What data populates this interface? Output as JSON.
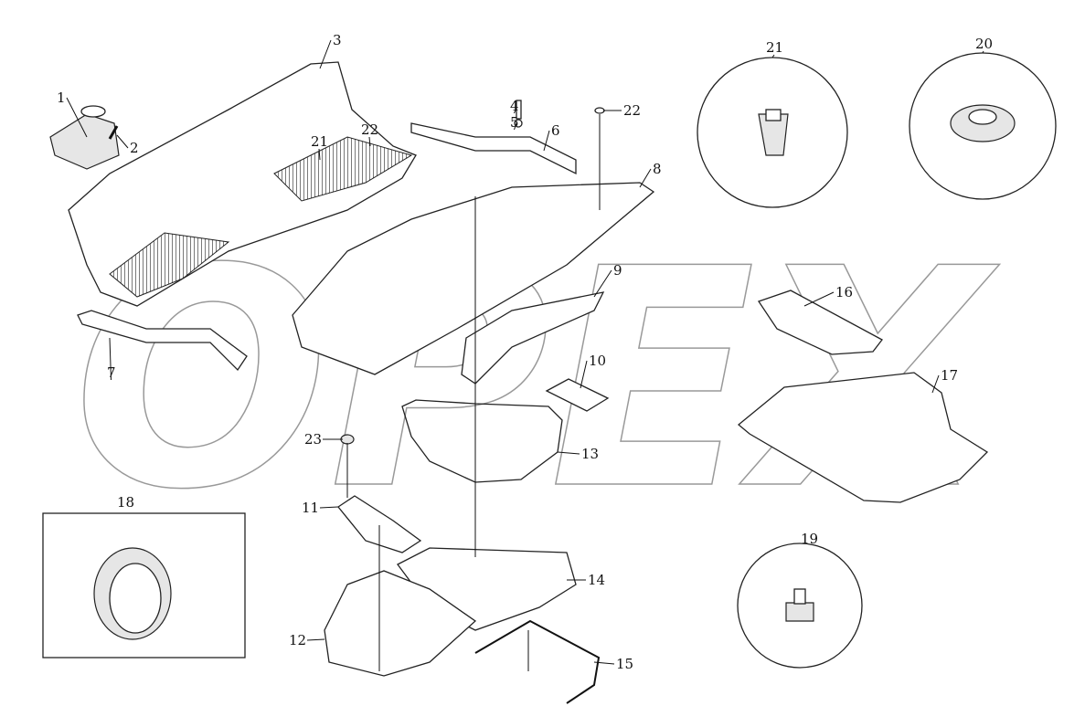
{
  "diagram": {
    "watermark": "OPEX",
    "callouts": [
      {
        "id": "1",
        "text": "1"
      },
      {
        "id": "2",
        "text": "2"
      },
      {
        "id": "3",
        "text": "3"
      },
      {
        "id": "22a",
        "text": "22"
      },
      {
        "id": "21a",
        "text": "21"
      },
      {
        "id": "4",
        "text": "4"
      },
      {
        "id": "5",
        "text": "5"
      },
      {
        "id": "22b",
        "text": "22"
      },
      {
        "id": "6",
        "text": "6"
      },
      {
        "id": "8",
        "text": "8"
      },
      {
        "id": "21b",
        "text": "21"
      },
      {
        "id": "20",
        "text": "20"
      },
      {
        "id": "9",
        "text": "9"
      },
      {
        "id": "16",
        "text": "16"
      },
      {
        "id": "10",
        "text": "10"
      },
      {
        "id": "17",
        "text": "17"
      },
      {
        "id": "7",
        "text": "7"
      },
      {
        "id": "23",
        "text": "23"
      },
      {
        "id": "13",
        "text": "13"
      },
      {
        "id": "18",
        "text": "18"
      },
      {
        "id": "11",
        "text": "11"
      },
      {
        "id": "19",
        "text": "19"
      },
      {
        "id": "14",
        "text": "14"
      },
      {
        "id": "12",
        "text": "12"
      },
      {
        "id": "15",
        "text": "15"
      }
    ]
  }
}
